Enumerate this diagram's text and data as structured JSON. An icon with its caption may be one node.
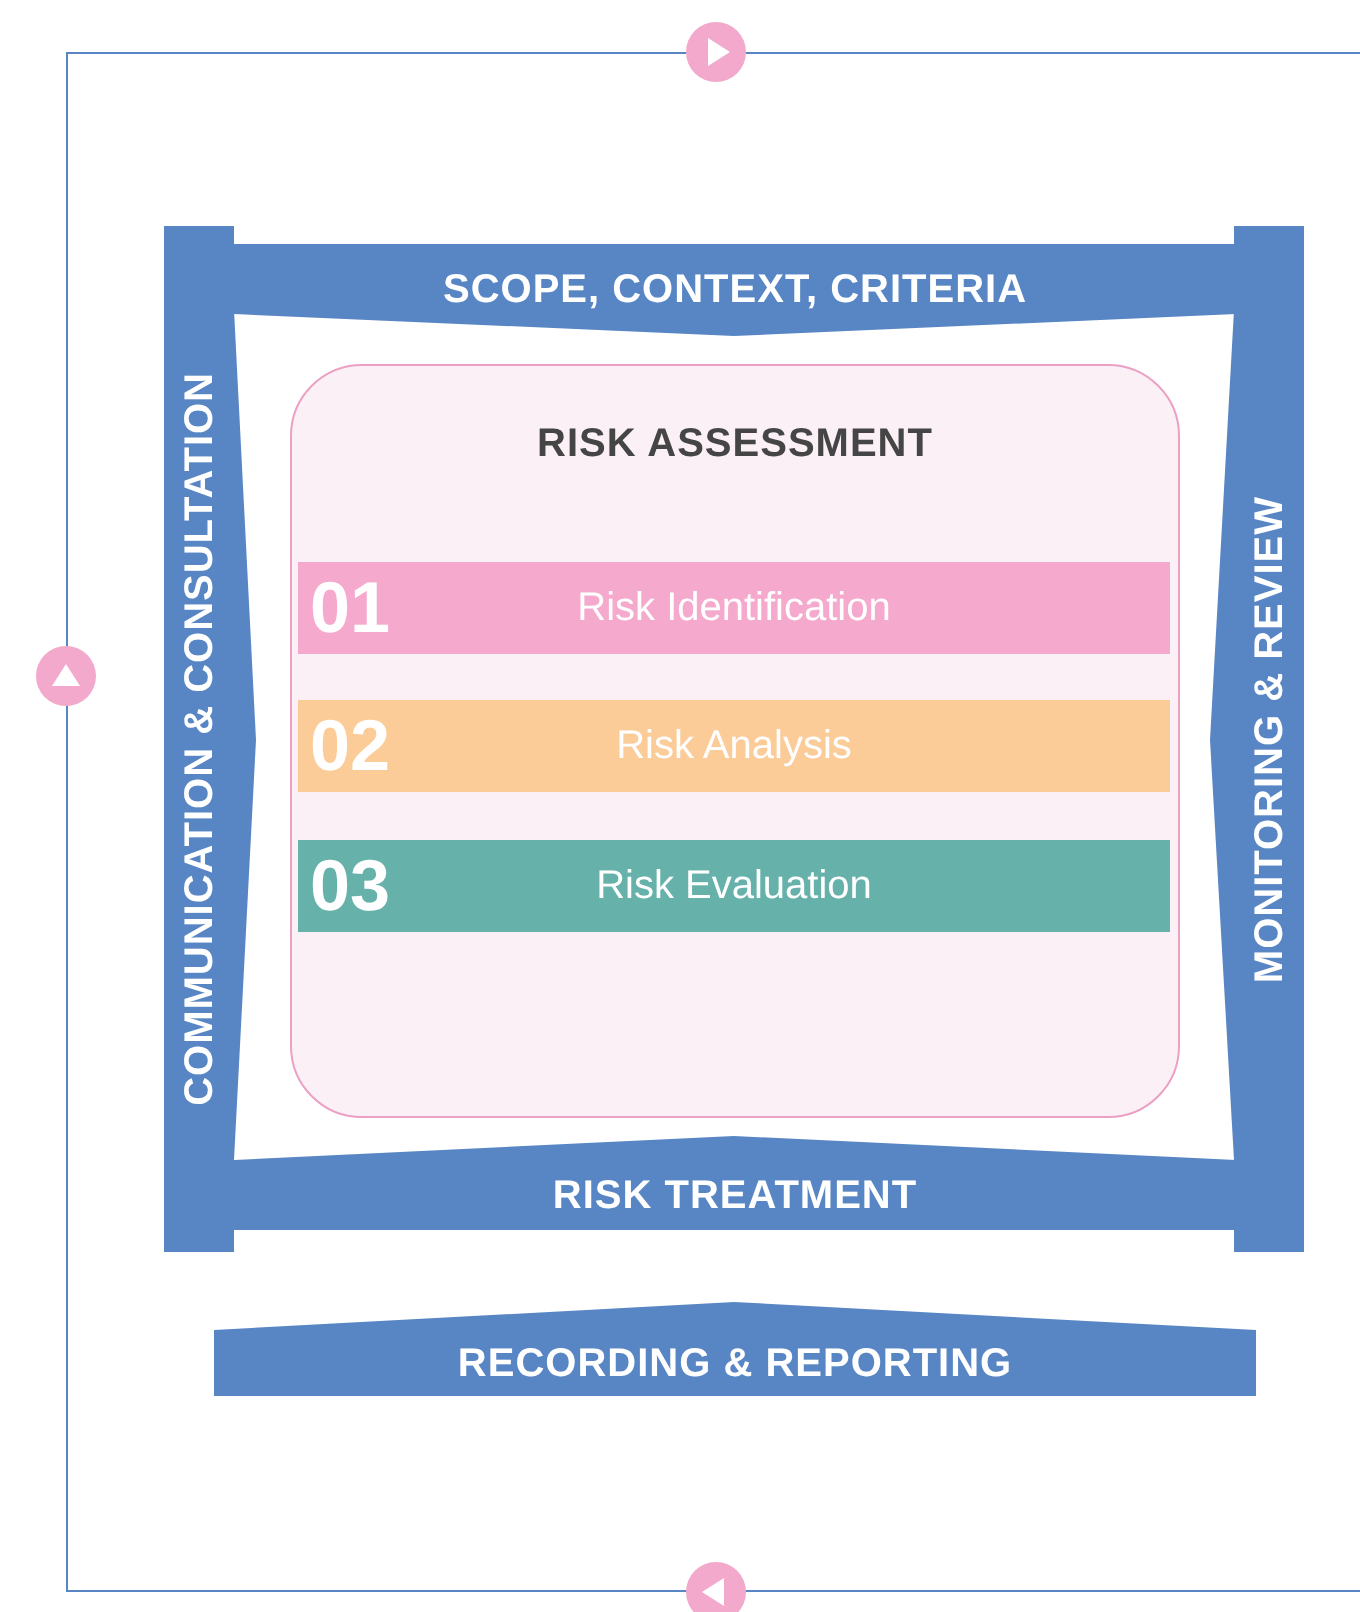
{
  "diagram": {
    "nodes": [
      {
        "text": [
          "SCOPE, CONTEXT, CRITERIA"
        ]
      },
      {
        "text": [
          "COMMUNICATION & CONSULTATION"
        ]
      },
      {
        "text": [
          "MONITORING & REVIEW"
        ]
      },
      {
        "text": [
          "RISK ASSESSMENT"
        ]
      },
      {
        "text": [
          "01",
          "Risk Identification"
        ],
        "in": 3
      },
      {
        "text": [
          "02",
          "Risk Analysis"
        ],
        "in": 3
      },
      {
        "text": [
          "03",
          "Risk Evaluation"
        ],
        "in": 3
      },
      {
        "text": [
          "RISK TREATMENT"
        ]
      },
      {
        "text": [
          "RECORDING & REPORTING"
        ]
      }
    ]
  }
}
